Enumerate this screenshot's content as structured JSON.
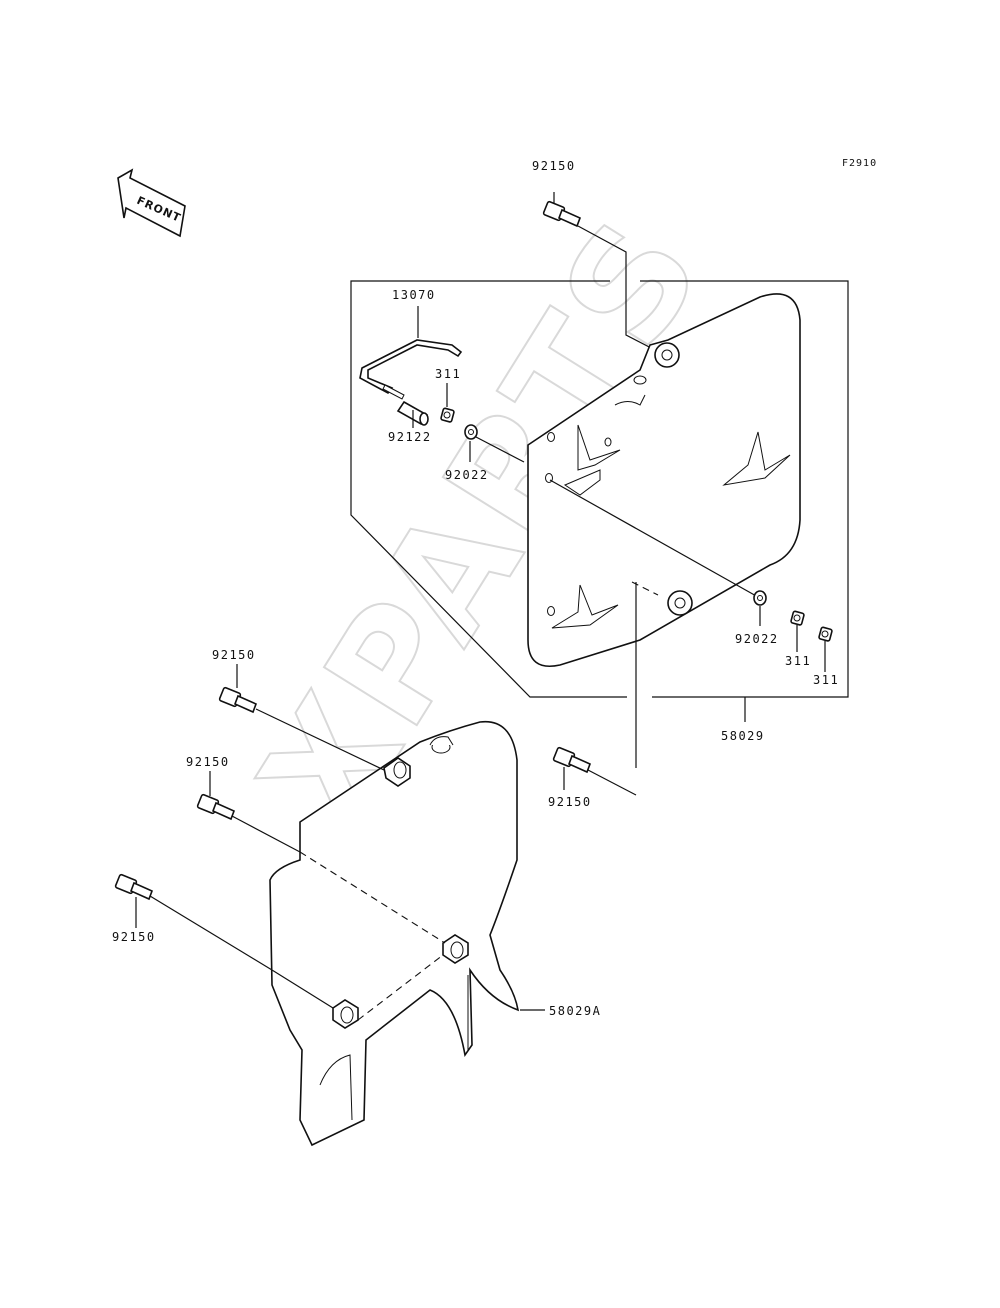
{
  "diagram": {
    "code": "F2910",
    "front_label": "FRONT",
    "watermark": "XPARTS",
    "labels": {
      "bolt_top": "92150",
      "bracket": "13070",
      "nut_top": "311",
      "collar": "92122",
      "grommet_top": "92022",
      "grommet_bottom": "92022",
      "nut_right_a": "311",
      "nut_right_b": "311",
      "plate_assy": "58029",
      "bolt_left_a": "92150",
      "bolt_mid": "92150",
      "bolt_left_b": "92150",
      "bolt_left_c": "92150",
      "rear_plate": "58029A"
    }
  }
}
